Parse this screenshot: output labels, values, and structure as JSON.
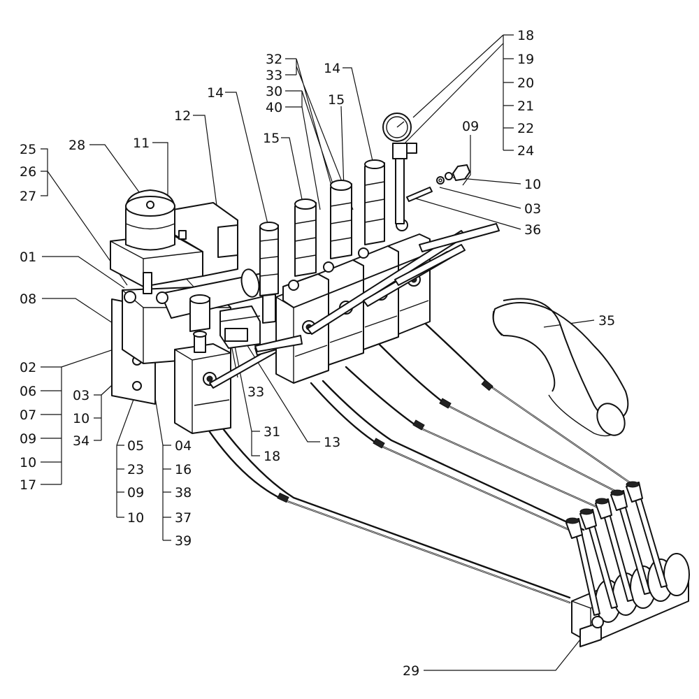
{
  "labels": [
    {
      "id": "l25",
      "text": "25"
    },
    {
      "id": "l26",
      "text": "26"
    },
    {
      "id": "l27",
      "text": "27"
    },
    {
      "id": "l28",
      "text": "28"
    },
    {
      "id": "l11",
      "text": "11"
    },
    {
      "id": "l12",
      "text": "12"
    },
    {
      "id": "l14a",
      "text": "14"
    },
    {
      "id": "l15a",
      "text": "15"
    },
    {
      "id": "l32",
      "text": "32"
    },
    {
      "id": "l33a",
      "text": "33"
    },
    {
      "id": "l30",
      "text": "30"
    },
    {
      "id": "l40",
      "text": "40"
    },
    {
      "id": "l15b",
      "text": "15"
    },
    {
      "id": "l14b",
      "text": "14"
    },
    {
      "id": "l18a",
      "text": "18"
    },
    {
      "id": "l19",
      "text": "19"
    },
    {
      "id": "l20",
      "text": "20"
    },
    {
      "id": "l21",
      "text": "21"
    },
    {
      "id": "l22",
      "text": "22"
    },
    {
      "id": "l24",
      "text": "24"
    },
    {
      "id": "l09a",
      "text": "09"
    },
    {
      "id": "l10a",
      "text": "10"
    },
    {
      "id": "l03a",
      "text": "03"
    },
    {
      "id": "l36",
      "text": "36"
    },
    {
      "id": "l01",
      "text": "01"
    },
    {
      "id": "l08",
      "text": "08"
    },
    {
      "id": "l35",
      "text": "35"
    },
    {
      "id": "l02",
      "text": "02"
    },
    {
      "id": "l06",
      "text": "06"
    },
    {
      "id": "l07",
      "text": "07"
    },
    {
      "id": "l09b",
      "text": "09"
    },
    {
      "id": "l10b",
      "text": "10"
    },
    {
      "id": "l17",
      "text": "17"
    },
    {
      "id": "l03b",
      "text": "03"
    },
    {
      "id": "l10c",
      "text": "10"
    },
    {
      "id": "l34",
      "text": "34"
    },
    {
      "id": "l05",
      "text": "05"
    },
    {
      "id": "l23",
      "text": "23"
    },
    {
      "id": "l09c",
      "text": "09"
    },
    {
      "id": "l10d",
      "text": "10"
    },
    {
      "id": "l04",
      "text": "04"
    },
    {
      "id": "l16",
      "text": "16"
    },
    {
      "id": "l38",
      "text": "38"
    },
    {
      "id": "l37",
      "text": "37"
    },
    {
      "id": "l39",
      "text": "39"
    },
    {
      "id": "l33b",
      "text": "33"
    },
    {
      "id": "l31",
      "text": "31"
    },
    {
      "id": "l18b",
      "text": "18"
    },
    {
      "id": "l13",
      "text": "13"
    },
    {
      "id": "l29",
      "text": "29"
    }
  ]
}
